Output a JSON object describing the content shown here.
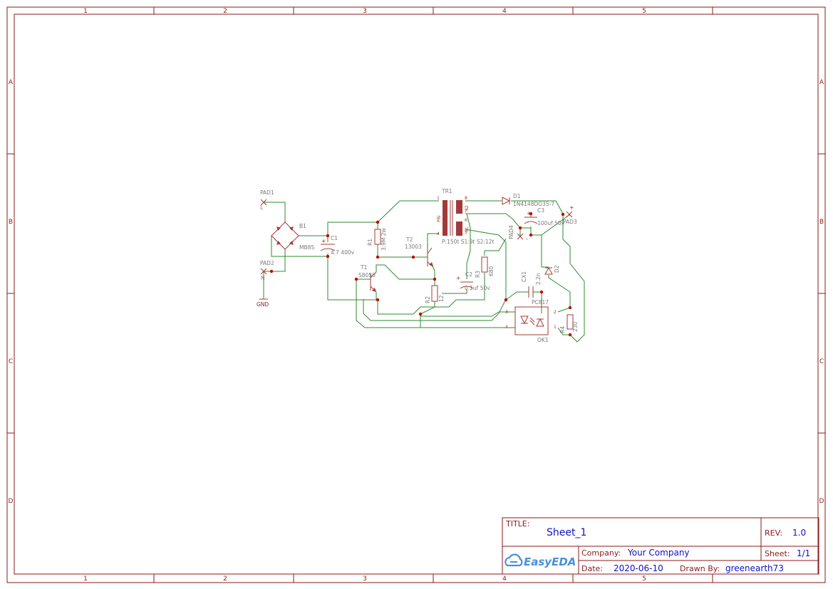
{
  "sheet": {
    "columns": [
      "1",
      "2",
      "3",
      "4",
      "5"
    ],
    "rows": [
      "A",
      "B",
      "C",
      "D"
    ]
  },
  "colors": {
    "frame": "#8b1a1a",
    "wire": "#2e8b2e",
    "symbol": "#a33a3a",
    "junction": "#c00000",
    "label": "#7a7a7a",
    "value_text": "#1010c8",
    "brand": "#4a8fd8"
  },
  "components": {
    "pad1": {
      "ref": "PAD1",
      "net": "L"
    },
    "pad2": {
      "ref": "PAD2",
      "net": "N"
    },
    "pad3": {
      "ref": "PAD3",
      "polarity": "+"
    },
    "pad4": {
      "ref": "PAD4",
      "polarity": "-"
    },
    "gnd": {
      "label": "GND"
    },
    "b1": {
      "ref": "B1",
      "value": "MB8S"
    },
    "c1": {
      "ref": "C1",
      "value": "4.7 400v",
      "plus": "+"
    },
    "r1": {
      "ref": "R1",
      "value": "3.9M 2w"
    },
    "t1": {
      "ref": "T1",
      "value": "S8050"
    },
    "t2": {
      "ref": "T2",
      "value": "13003"
    },
    "tr1": {
      "ref": "TR1",
      "spec": "P:150t S1:9t S2:12t",
      "pins": [
        "1",
        "4",
        "8",
        "7",
        "6",
        "5"
      ],
      "windings": [
        "PRI",
        "S2",
        "S1"
      ]
    },
    "r2": {
      "ref": "R2",
      "value": "12"
    },
    "r3": {
      "ref": "R3",
      "value": "680"
    },
    "c2": {
      "ref": "C2",
      "value": "0.1uf 50v",
      "plus": "+"
    },
    "d1": {
      "ref": "D1",
      "value": "1N4148DO35-7"
    },
    "c3": {
      "ref": "C3",
      "value": "100uf 50v",
      "plus": "+"
    },
    "cx1": {
      "ref": "CX1",
      "value": "2.2n"
    },
    "d2": {
      "ref": "D2"
    },
    "r4": {
      "ref": "R4",
      "value": "230"
    },
    "ok1": {
      "ref": "OK1",
      "value": "PC817",
      "pins": [
        "3",
        "4",
        "2",
        "1"
      ]
    }
  },
  "title_block": {
    "title_label": "TITLE:",
    "title_value": "Sheet_1",
    "rev_label": "REV:",
    "rev_value": "1.0",
    "company_label": "Company:",
    "company_value": "Your Company",
    "sheet_label": "Sheet:",
    "sheet_value": "1/1",
    "date_label": "Date:",
    "date_value": "2020-06-10",
    "drawn_label": "Drawn By:",
    "drawn_value": "greenearth73",
    "brand": "EasyEDA"
  }
}
